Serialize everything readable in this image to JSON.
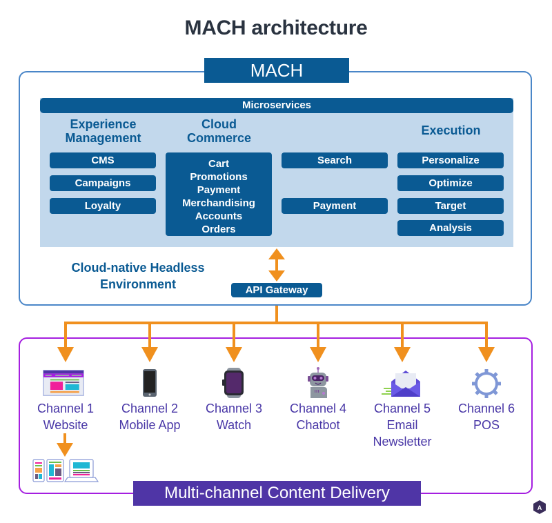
{
  "title": "MACH architecture",
  "mach": {
    "label": "MACH",
    "microservices_label": "Microservices",
    "columns": [
      {
        "heading": [
          "Experience",
          "Management"
        ],
        "items": [
          "CMS",
          "Campaigns",
          "Loyalty"
        ]
      },
      {
        "heading": [
          "Cloud",
          "Commerce"
        ],
        "items": [
          "Cart",
          "Promotions",
          "Payment",
          "Merchandising",
          "Accounts",
          "Orders"
        ]
      },
      {
        "heading": [],
        "items": [
          "Search",
          "Payment"
        ]
      },
      {
        "heading": [
          "Execution"
        ],
        "items": [
          "Personalize",
          "Optimize",
          "Target",
          "Analysis"
        ]
      }
    ],
    "environment_label": [
      "Cloud-native Headless",
      "Environment"
    ],
    "api_gateway": "API Gateway"
  },
  "delivery": {
    "label": "Multi-channel Content Delivery",
    "channels": [
      {
        "name": "Channel 1",
        "desc": [
          "Website"
        ],
        "icon": "website-icon"
      },
      {
        "name": "Channel 2",
        "desc": [
          "Mobile App"
        ],
        "icon": "mobile-phone-icon"
      },
      {
        "name": "Channel 3",
        "desc": [
          "Watch"
        ],
        "icon": "smartwatch-icon"
      },
      {
        "name": "Channel 4",
        "desc": [
          "Chatbot"
        ],
        "icon": "robot-icon"
      },
      {
        "name": "Channel 5",
        "desc": [
          "Email",
          "Newsletter"
        ],
        "icon": "email-icon"
      },
      {
        "name": "Channel 6",
        "desc": [
          "POS"
        ],
        "icon": "gear-icon"
      }
    ],
    "sub_devices_icon": "responsive-devices-icon"
  },
  "colors": {
    "primary": "#0a5a93",
    "panel": "#c2d8ec",
    "frame_blue": "#4a86c8",
    "arrow": "#f0901e",
    "frame_purple": "#a51fe0",
    "delivery_label": "#4f35a6",
    "channel_text": "#4836a6"
  }
}
